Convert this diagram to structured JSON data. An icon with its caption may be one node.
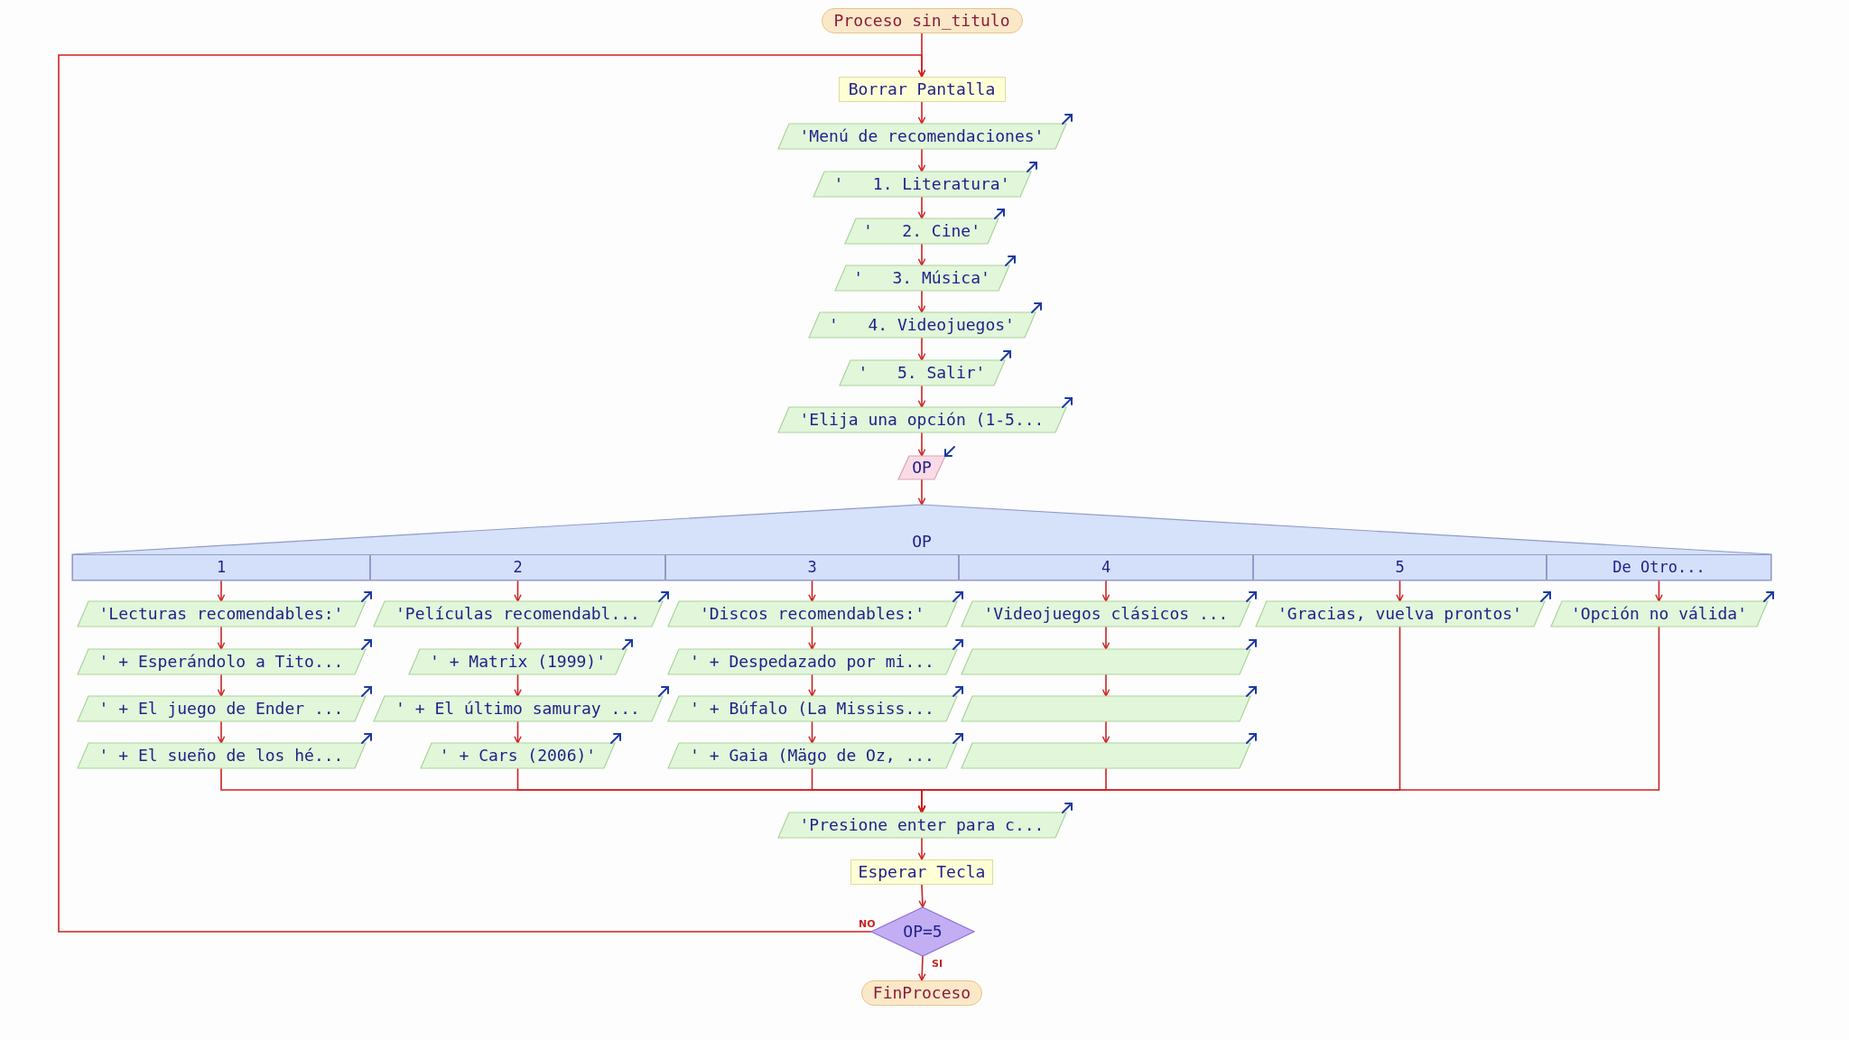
{
  "diagram": {
    "nodes": [
      {
        "text": [
          "Proceso sin_titulo"
        ]
      },
      {
        "text": [
          "Borrar Pantalla"
        ]
      },
      {
        "text": [
          "'Menú de recomendaciones'"
        ]
      },
      {
        "text": [
          "'   1. Literatura'"
        ]
      },
      {
        "text": [
          "'   2. Cine'"
        ]
      },
      {
        "text": [
          "'   3. Música'"
        ]
      },
      {
        "text": [
          "'   4. Videojuegos'"
        ]
      },
      {
        "text": [
          "'   5. Salir'"
        ]
      },
      {
        "text": [
          "'Elija una opción (1-5..."
        ]
      },
      {
        "text": [
          "OP"
        ]
      },
      {
        "text": [
          "OP"
        ]
      },
      {
        "text": [
          "1"
        ],
        "in": 10
      },
      {
        "text": [
          "2"
        ],
        "in": 10
      },
      {
        "text": [
          "3"
        ],
        "in": 10
      },
      {
        "text": [
          "4"
        ],
        "in": 10
      },
      {
        "text": [
          "5"
        ],
        "in": 10
      },
      {
        "text": [
          "De Otro..."
        ],
        "in": 10
      },
      {
        "text": [
          "'Lecturas recomendables:'"
        ]
      },
      {
        "text": [
          "' + Esperándolo a Tito..."
        ]
      },
      {
        "text": [
          "' + El juego de Ender ..."
        ]
      },
      {
        "text": [
          "' + El sueño de los hé..."
        ]
      },
      {
        "text": [
          "'Películas recomendabl..."
        ]
      },
      {
        "text": [
          "' + Matrix (1999)'"
        ]
      },
      {
        "text": [
          "' + El último samuray ..."
        ]
      },
      {
        "text": [
          "' + Cars (2006)'"
        ]
      },
      {
        "text": [
          "'Discos recomendables:'"
        ]
      },
      {
        "text": [
          "' + Despedazado por mi..."
        ]
      },
      {
        "text": [
          "' + Búfalo (La Mississ..."
        ]
      },
      {
        "text": [
          "' + Gaia (Mägo de Oz, ..."
        ]
      },
      {
        "text": [
          "'Videojuegos clásicos ..."
        ]
      },
      {
        "text": [],
        "shape": "parallelogram"
      },
      {
        "text": [],
        "shape": "parallelogram"
      },
      {
        "text": [],
        "shape": "parallelogram"
      },
      {
        "text": [
          "'Gracias, vuelva prontos'"
        ]
      },
      {
        "text": [
          "'Opción no válida'"
        ]
      },
      {
        "text": [
          "'Presione enter para c..."
        ]
      },
      {
        "text": [
          "Esperar Tecla"
        ]
      },
      {
        "text": [
          "OP=5"
        ]
      },
      {
        "text": [
          "FinProceso"
        ]
      }
    ],
    "edges": [
      {
        "from": 0,
        "to": 1,
        "arrow": "to"
      },
      {
        "from": 1,
        "to": 2,
        "arrow": "to"
      },
      {
        "from": 2,
        "to": 3,
        "arrow": "to"
      },
      {
        "from": 3,
        "to": 4,
        "arrow": "to"
      },
      {
        "from": 4,
        "to": 5,
        "arrow": "to"
      },
      {
        "from": 5,
        "to": 6,
        "arrow": "to"
      },
      {
        "from": 6,
        "to": 7,
        "arrow": "to"
      },
      {
        "from": 7,
        "to": 8,
        "arrow": "to"
      },
      {
        "from": 8,
        "to": 9,
        "arrow": "to"
      },
      {
        "from": 9,
        "to": 10,
        "arrow": "to"
      },
      {
        "from": 11,
        "to": 17,
        "arrow": "to"
      },
      {
        "from": 17,
        "to": 18,
        "arrow": "to"
      },
      {
        "from": 18,
        "to": 19,
        "arrow": "to"
      },
      {
        "from": 19,
        "to": 20,
        "arrow": "to"
      },
      {
        "from": 12,
        "to": 21,
        "arrow": "to"
      },
      {
        "from": 21,
        "to": 22,
        "arrow": "to"
      },
      {
        "from": 22,
        "to": 23,
        "arrow": "to"
      },
      {
        "from": 23,
        "to": 24,
        "arrow": "to"
      },
      {
        "from": 13,
        "to": 25,
        "arrow": "to"
      },
      {
        "from": 25,
        "to": 26,
        "arrow": "to"
      },
      {
        "from": 26,
        "to": 27,
        "arrow": "to"
      },
      {
        "from": 27,
        "to": 28,
        "arrow": "to"
      },
      {
        "from": 14,
        "to": 29,
        "arrow": "to"
      },
      {
        "from": 29,
        "to": 30,
        "arrow": "to"
      },
      {
        "from": 30,
        "to": 31,
        "arrow": "to"
      },
      {
        "from": 31,
        "to": 32,
        "arrow": "to"
      },
      {
        "from": 15,
        "to": 33,
        "arrow": "to"
      },
      {
        "from": 16,
        "to": 34,
        "arrow": "to"
      },
      {
        "from": 20,
        "to": 35,
        "arrow": "to"
      },
      {
        "from": 24,
        "to": 35,
        "arrow": "to"
      },
      {
        "from": 28,
        "to": 35,
        "arrow": "to"
      },
      {
        "from": 32,
        "to": 35,
        "arrow": "to"
      },
      {
        "from": 33,
        "to": 35,
        "arrow": "to"
      },
      {
        "from": 34,
        "to": 35,
        "arrow": "to"
      },
      {
        "from": 35,
        "to": 36,
        "arrow": "to"
      },
      {
        "from": 36,
        "to": 37,
        "arrow": "to"
      },
      {
        "from": 37,
        "to": 1,
        "arrow": "to",
        "label": "NO"
      },
      {
        "from": 37,
        "to": 38,
        "arrow": "to",
        "label": "SI"
      }
    ]
  }
}
